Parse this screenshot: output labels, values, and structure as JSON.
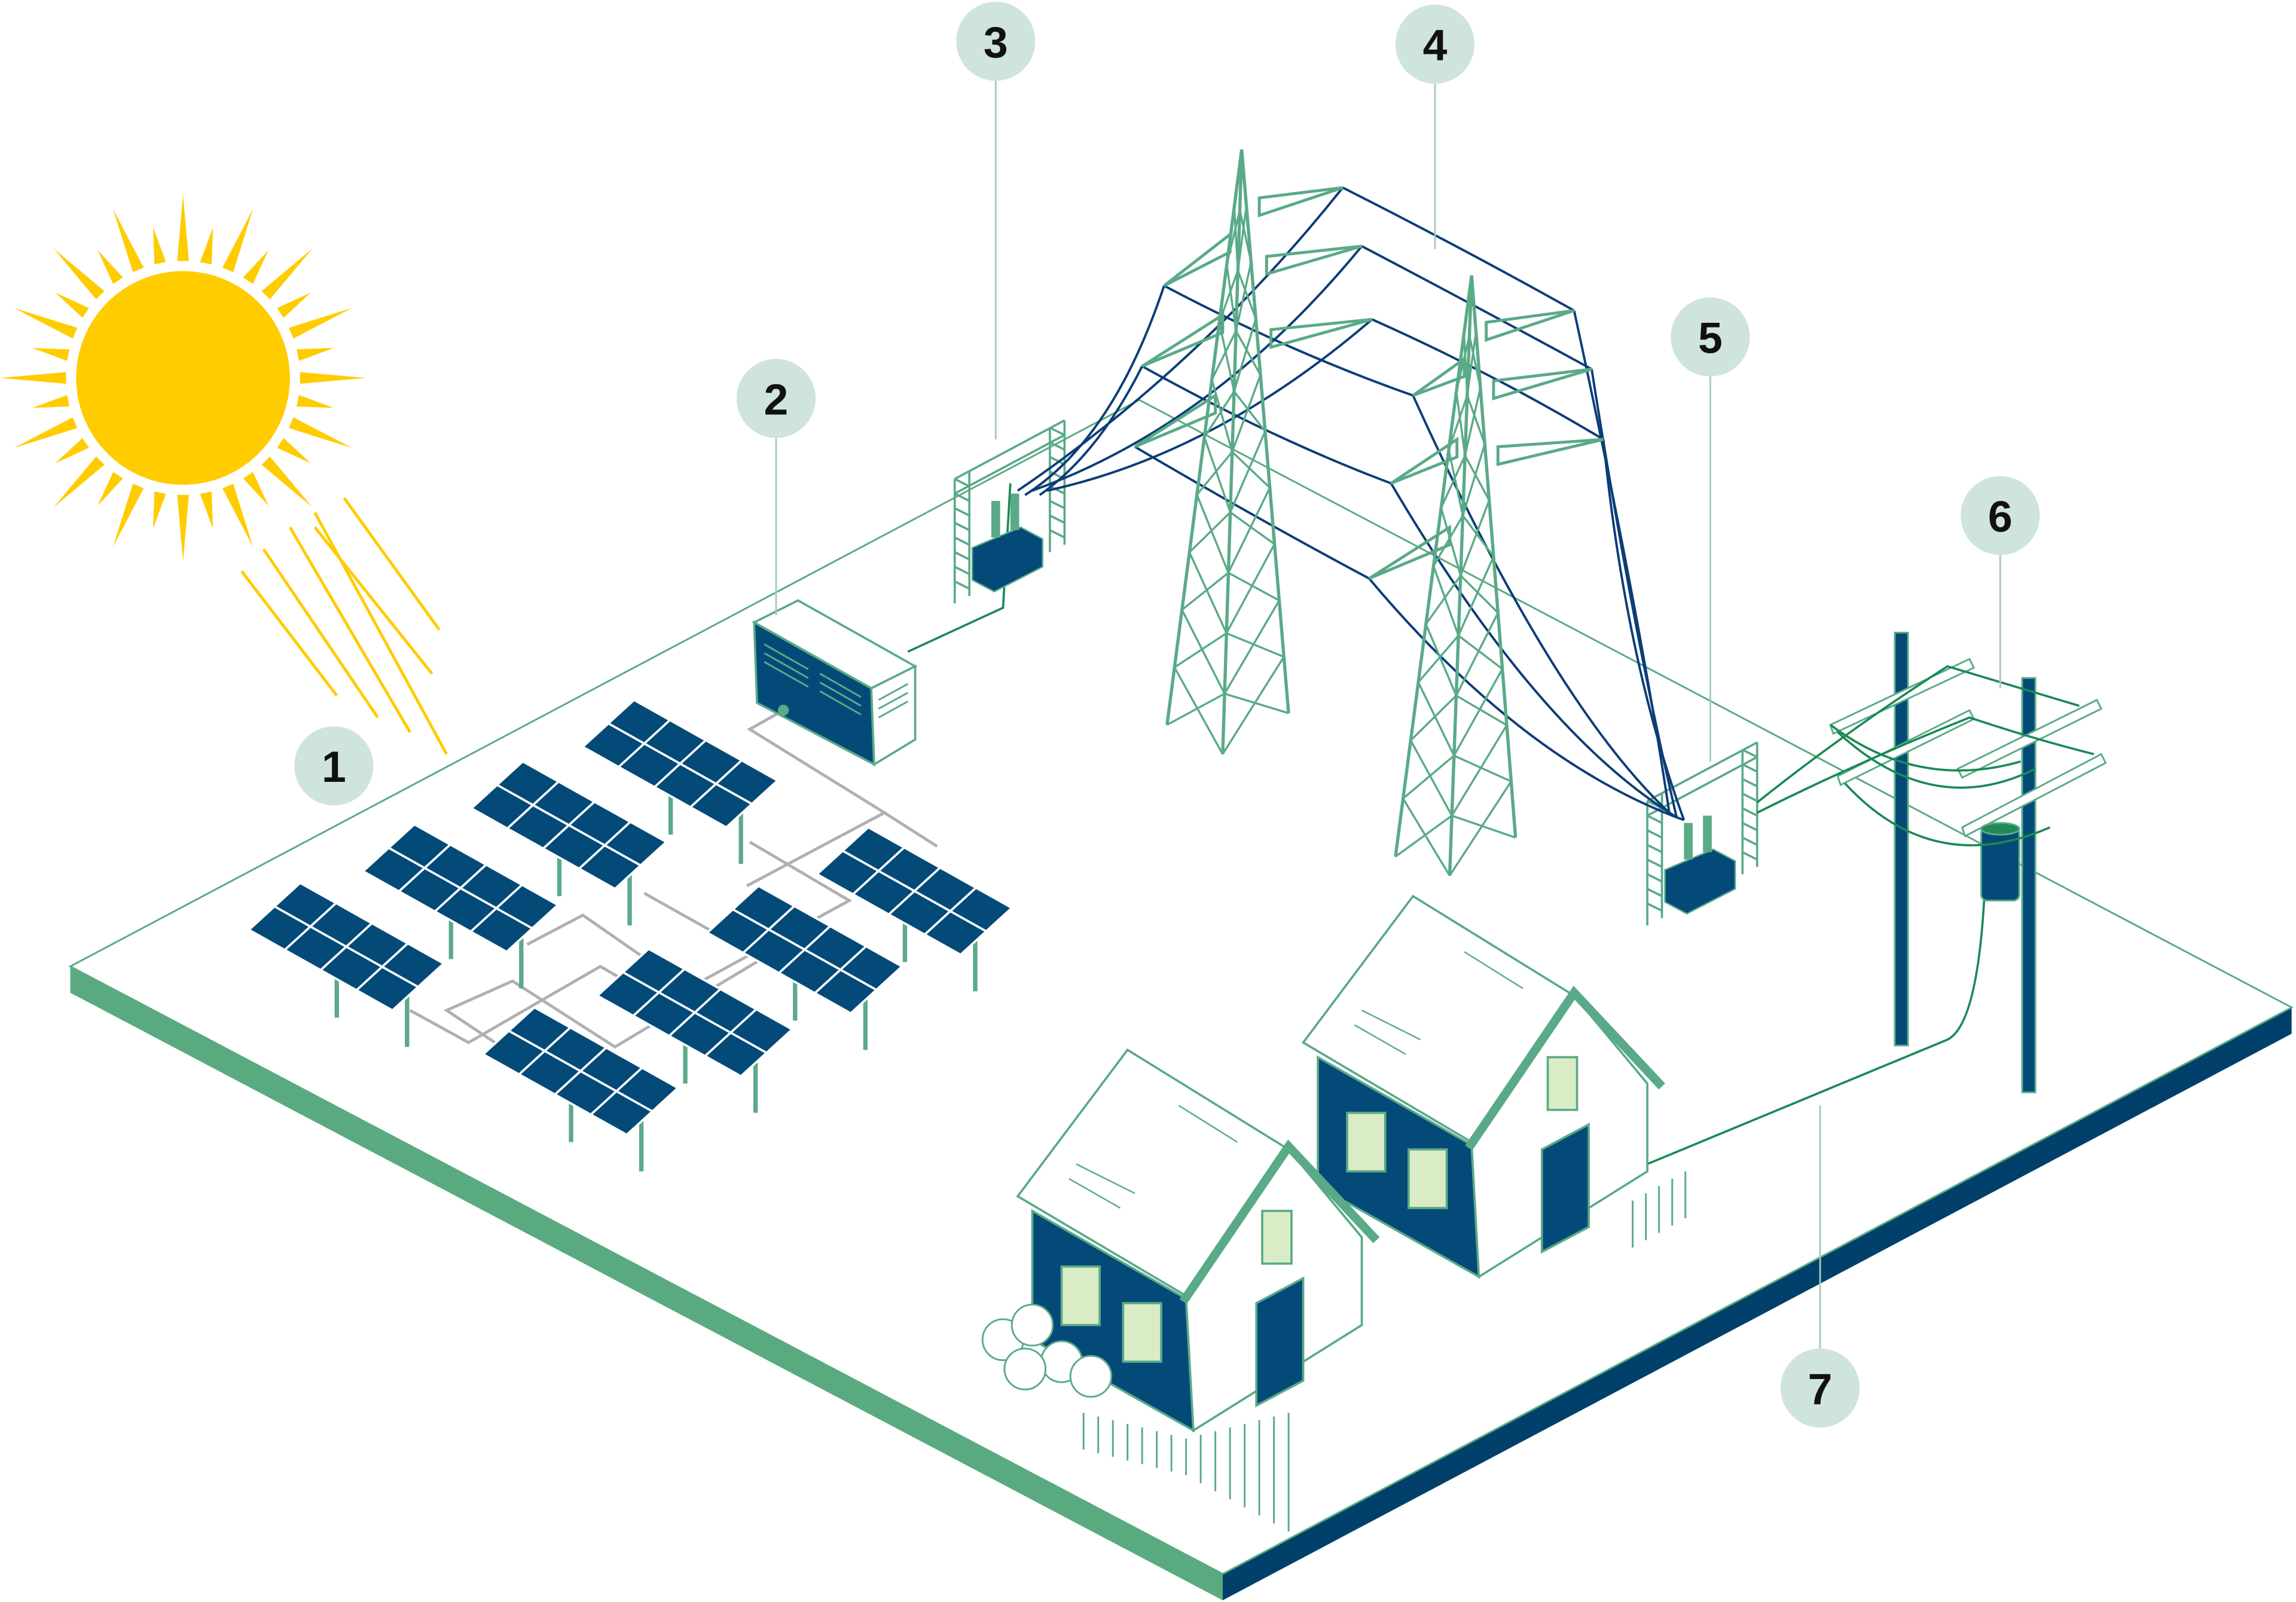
{
  "colors": {
    "navy": "#044a78",
    "green": "#5aaa88",
    "sun": "#ffcc00",
    "label_bg": "#cfe4da",
    "wire_gray": "#b0b0b4",
    "platform_left": "#5aaa80",
    "platform_right": "#00406a"
  },
  "icons": {
    "sun": "sun-icon",
    "panel": "solar-panel-icon",
    "inverter": "inverter-icon",
    "tower": "transmission-tower-icon",
    "substation": "substation-icon",
    "pole": "utility-pole-icon",
    "house": "house-icon"
  },
  "labels": [
    {
      "text": "1",
      "target": "solar-array"
    },
    {
      "text": "2",
      "target": "inverter"
    },
    {
      "text": "3",
      "target": "step-up-substation"
    },
    {
      "text": "4",
      "target": "transmission-lines"
    },
    {
      "text": "5",
      "target": "step-down-substation"
    },
    {
      "text": "6",
      "target": "distribution-poles"
    },
    {
      "text": "7",
      "target": "service-drop"
    }
  ]
}
